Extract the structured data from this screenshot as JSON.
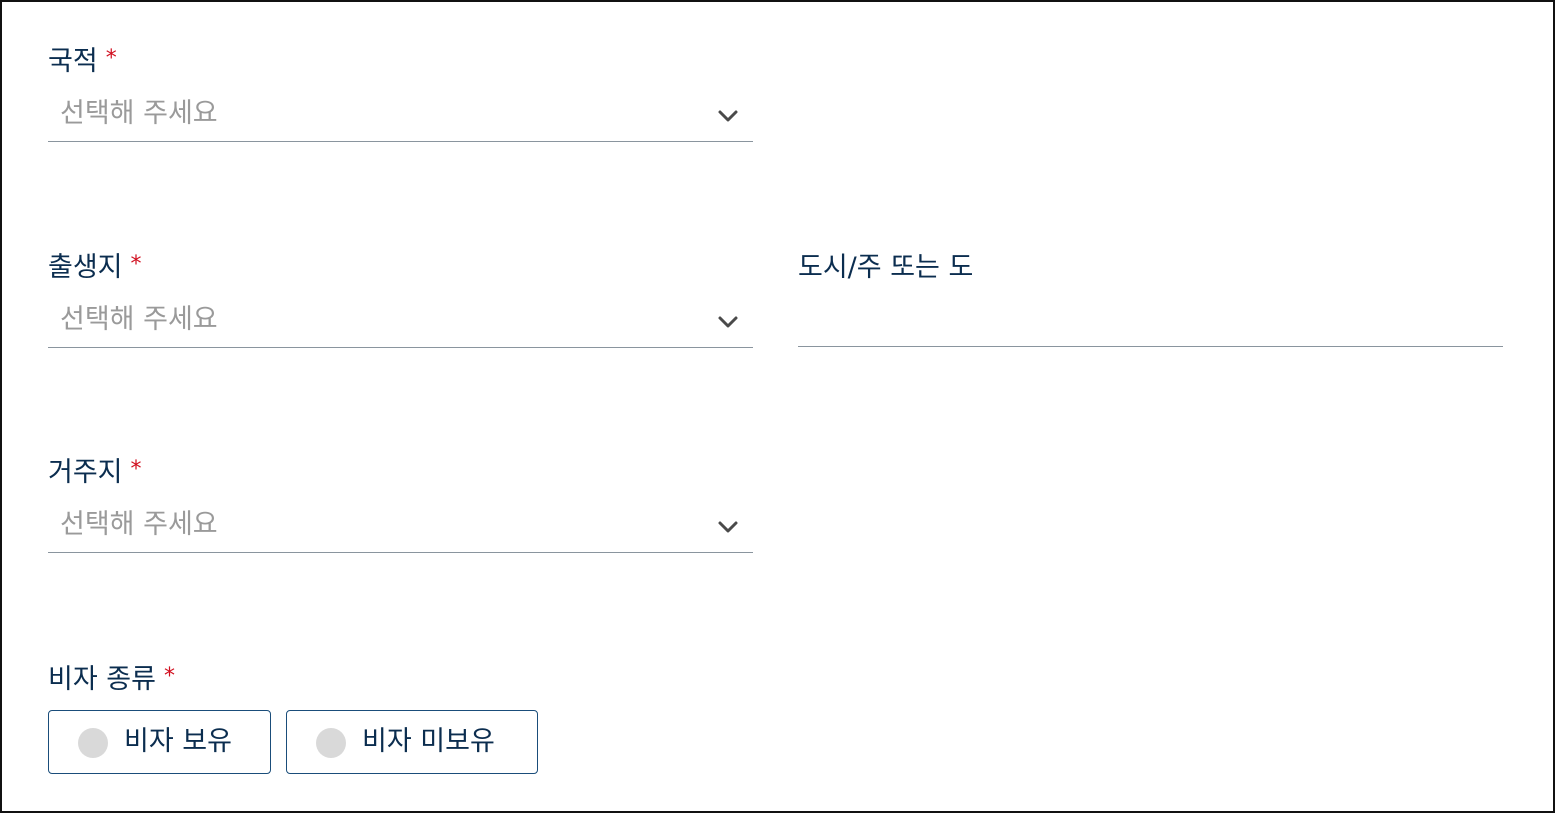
{
  "form": {
    "nationality": {
      "label": "국적",
      "required_mark": "*",
      "value": "선택해 주세요",
      "icon": "chevron-down-icon"
    },
    "birthplace": {
      "label": "출생지",
      "required_mark": "*",
      "value": "선택해 주세요",
      "icon": "chevron-down-icon"
    },
    "city_state": {
      "label": "도시/주 또는 도",
      "value": ""
    },
    "residence": {
      "label": "거주지",
      "required_mark": "*",
      "value": "선택해 주세요",
      "icon": "chevron-down-icon"
    },
    "visa_type": {
      "label": "비자 종류",
      "required_mark": "*",
      "options": [
        {
          "label": "비자 보유",
          "selected": false
        },
        {
          "label": "비자 미보유",
          "selected": false
        }
      ]
    }
  },
  "colors": {
    "label_text": "#0b2d4f",
    "required": "#d10f1f",
    "placeholder": "#9a9a9a",
    "underline": "#8a959e",
    "radio_border": "#1a4d7a",
    "radio_dot": "#d9d9d9"
  }
}
